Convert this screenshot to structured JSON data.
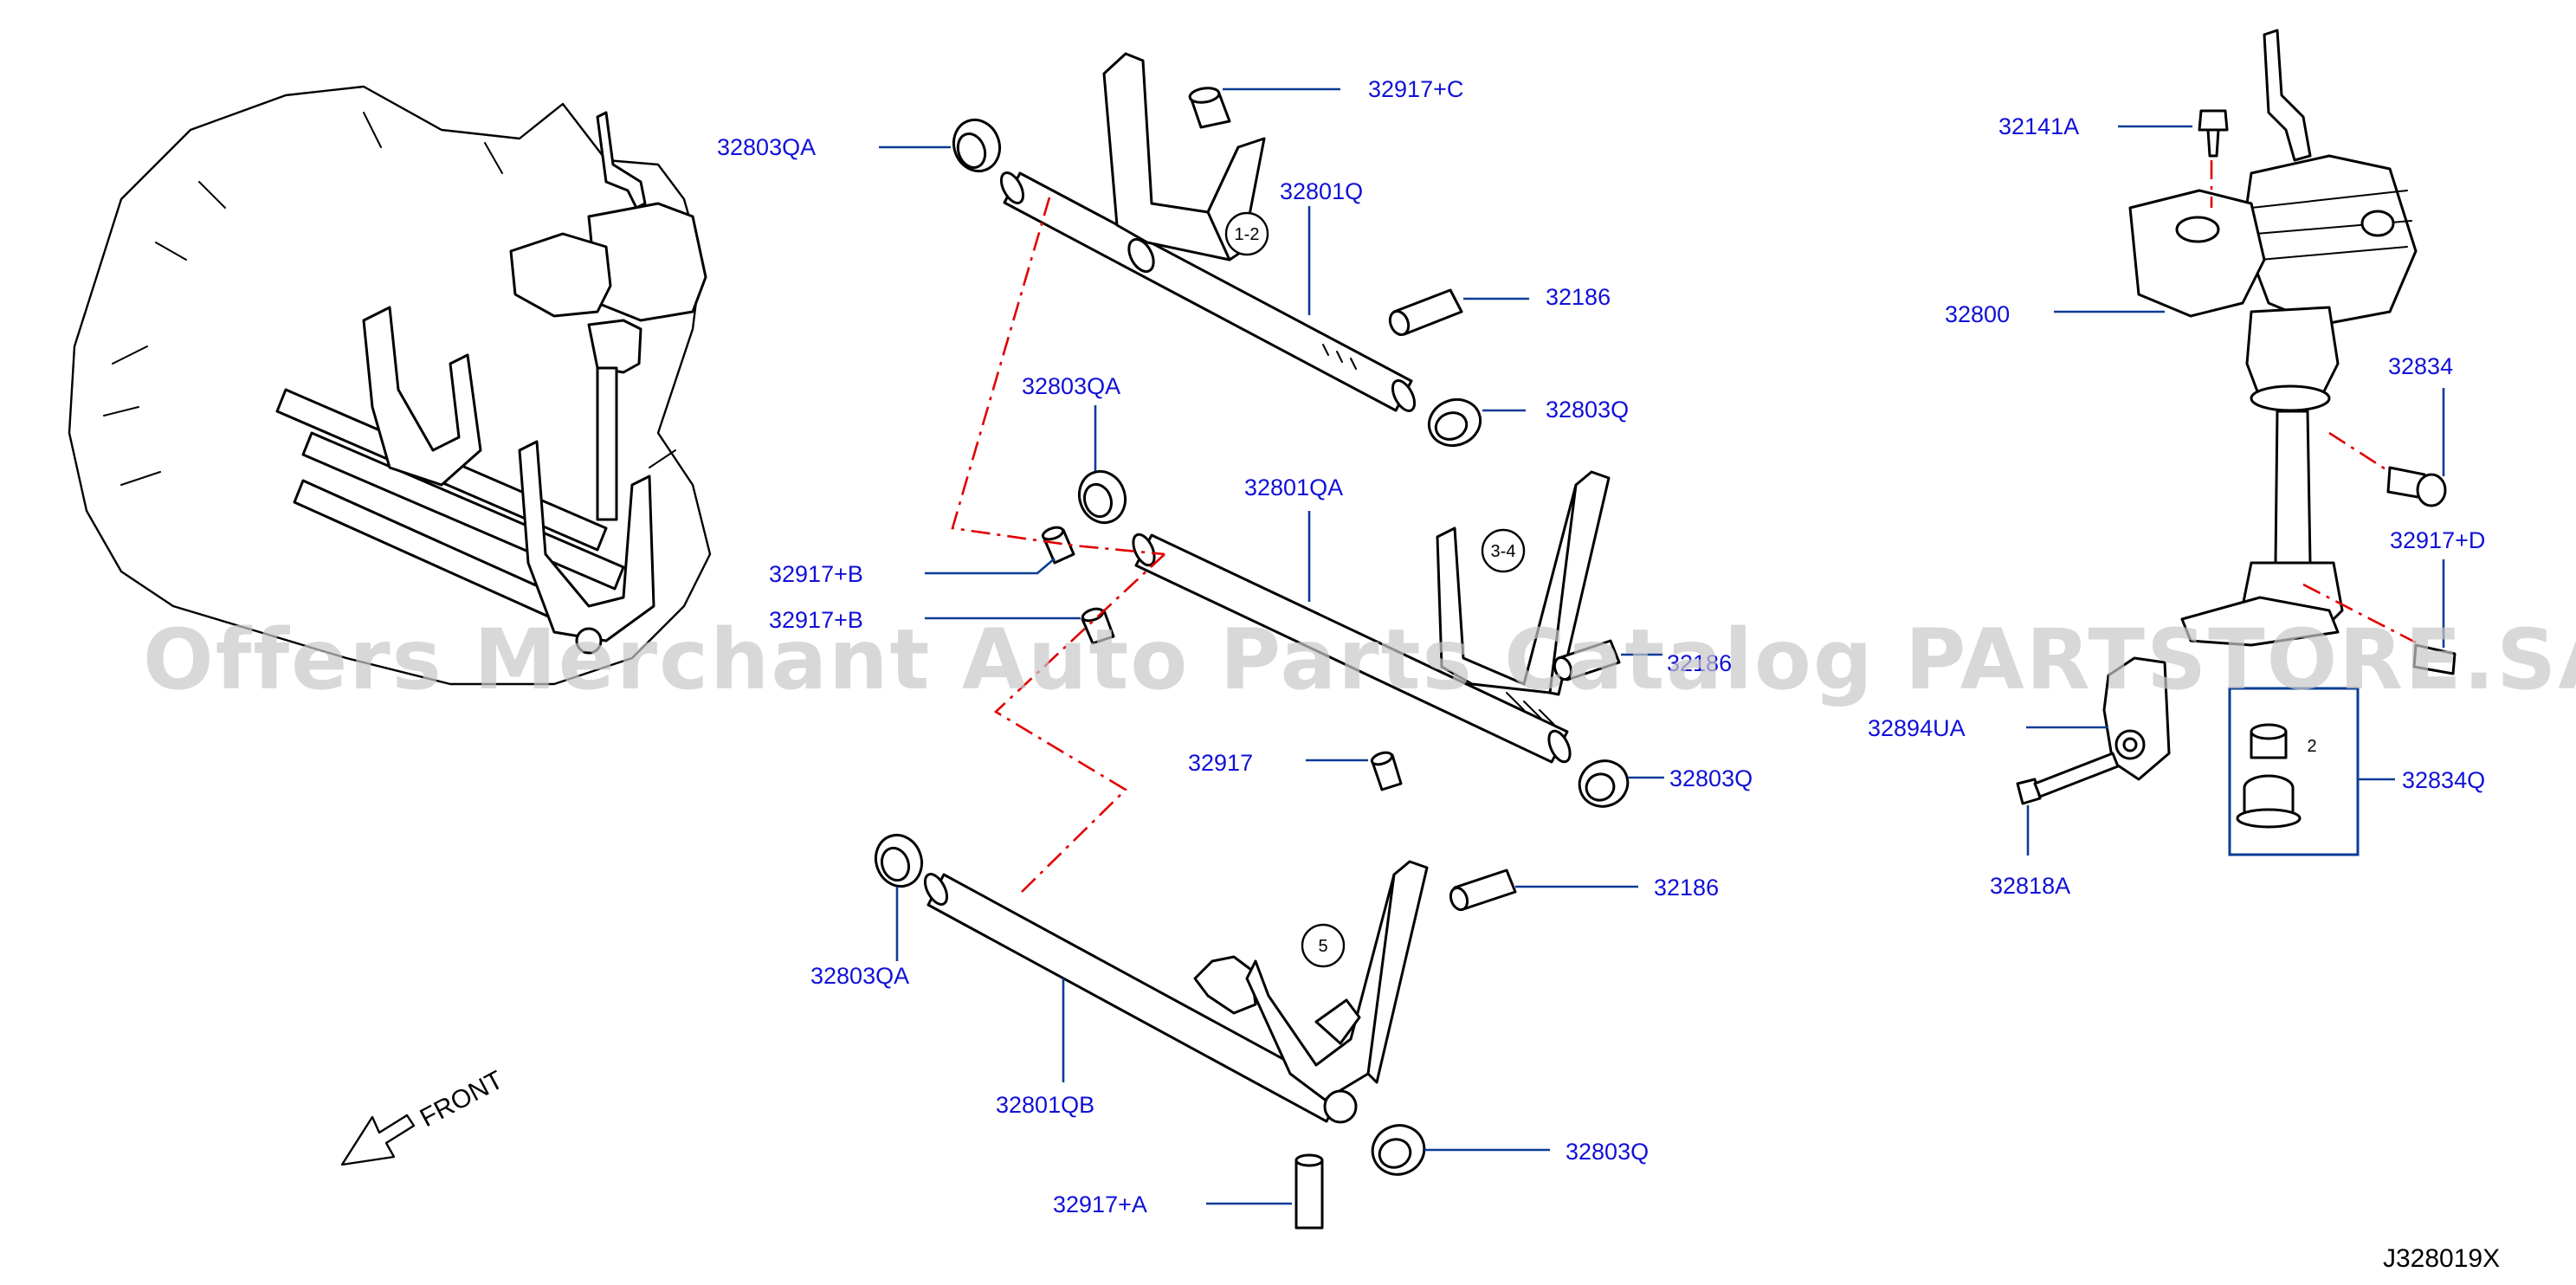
{
  "diagram": {
    "code": "J328019X",
    "front_label": "FRONT",
    "watermark": "Offers Merchant Auto Parts Catalog PARTSTORE.SA",
    "callouts": {
      "c12": "1-2",
      "c34": "3-4",
      "c5": "5"
    },
    "kit_quantity": "2",
    "labels": {
      "l_32803QA_top": "32803QA",
      "l_32917C": "32917+C",
      "l_32801Q": "32801Q",
      "l_32186_top": "32186",
      "l_32803Q_top": "32803Q",
      "l_32803QA_mid": "32803QA",
      "l_32801QA": "32801QA",
      "l_32917B_1": "32917+B",
      "l_32917B_2": "32917+B",
      "l_32186_mid": "32186",
      "l_32917": "32917",
      "l_32803Q_mid": "32803Q",
      "l_32803QA_low": "32803QA",
      "l_32186_low": "32186",
      "l_32801QB": "32801QB",
      "l_32803Q_low": "32803Q",
      "l_32917A": "32917+A",
      "l_32141A": "32141A",
      "l_32800": "32800",
      "l_32834": "32834",
      "l_32917D": "32917+D",
      "l_32894UA": "32894UA",
      "l_32834Q": "32834Q",
      "l_32818A": "32818A"
    }
  }
}
